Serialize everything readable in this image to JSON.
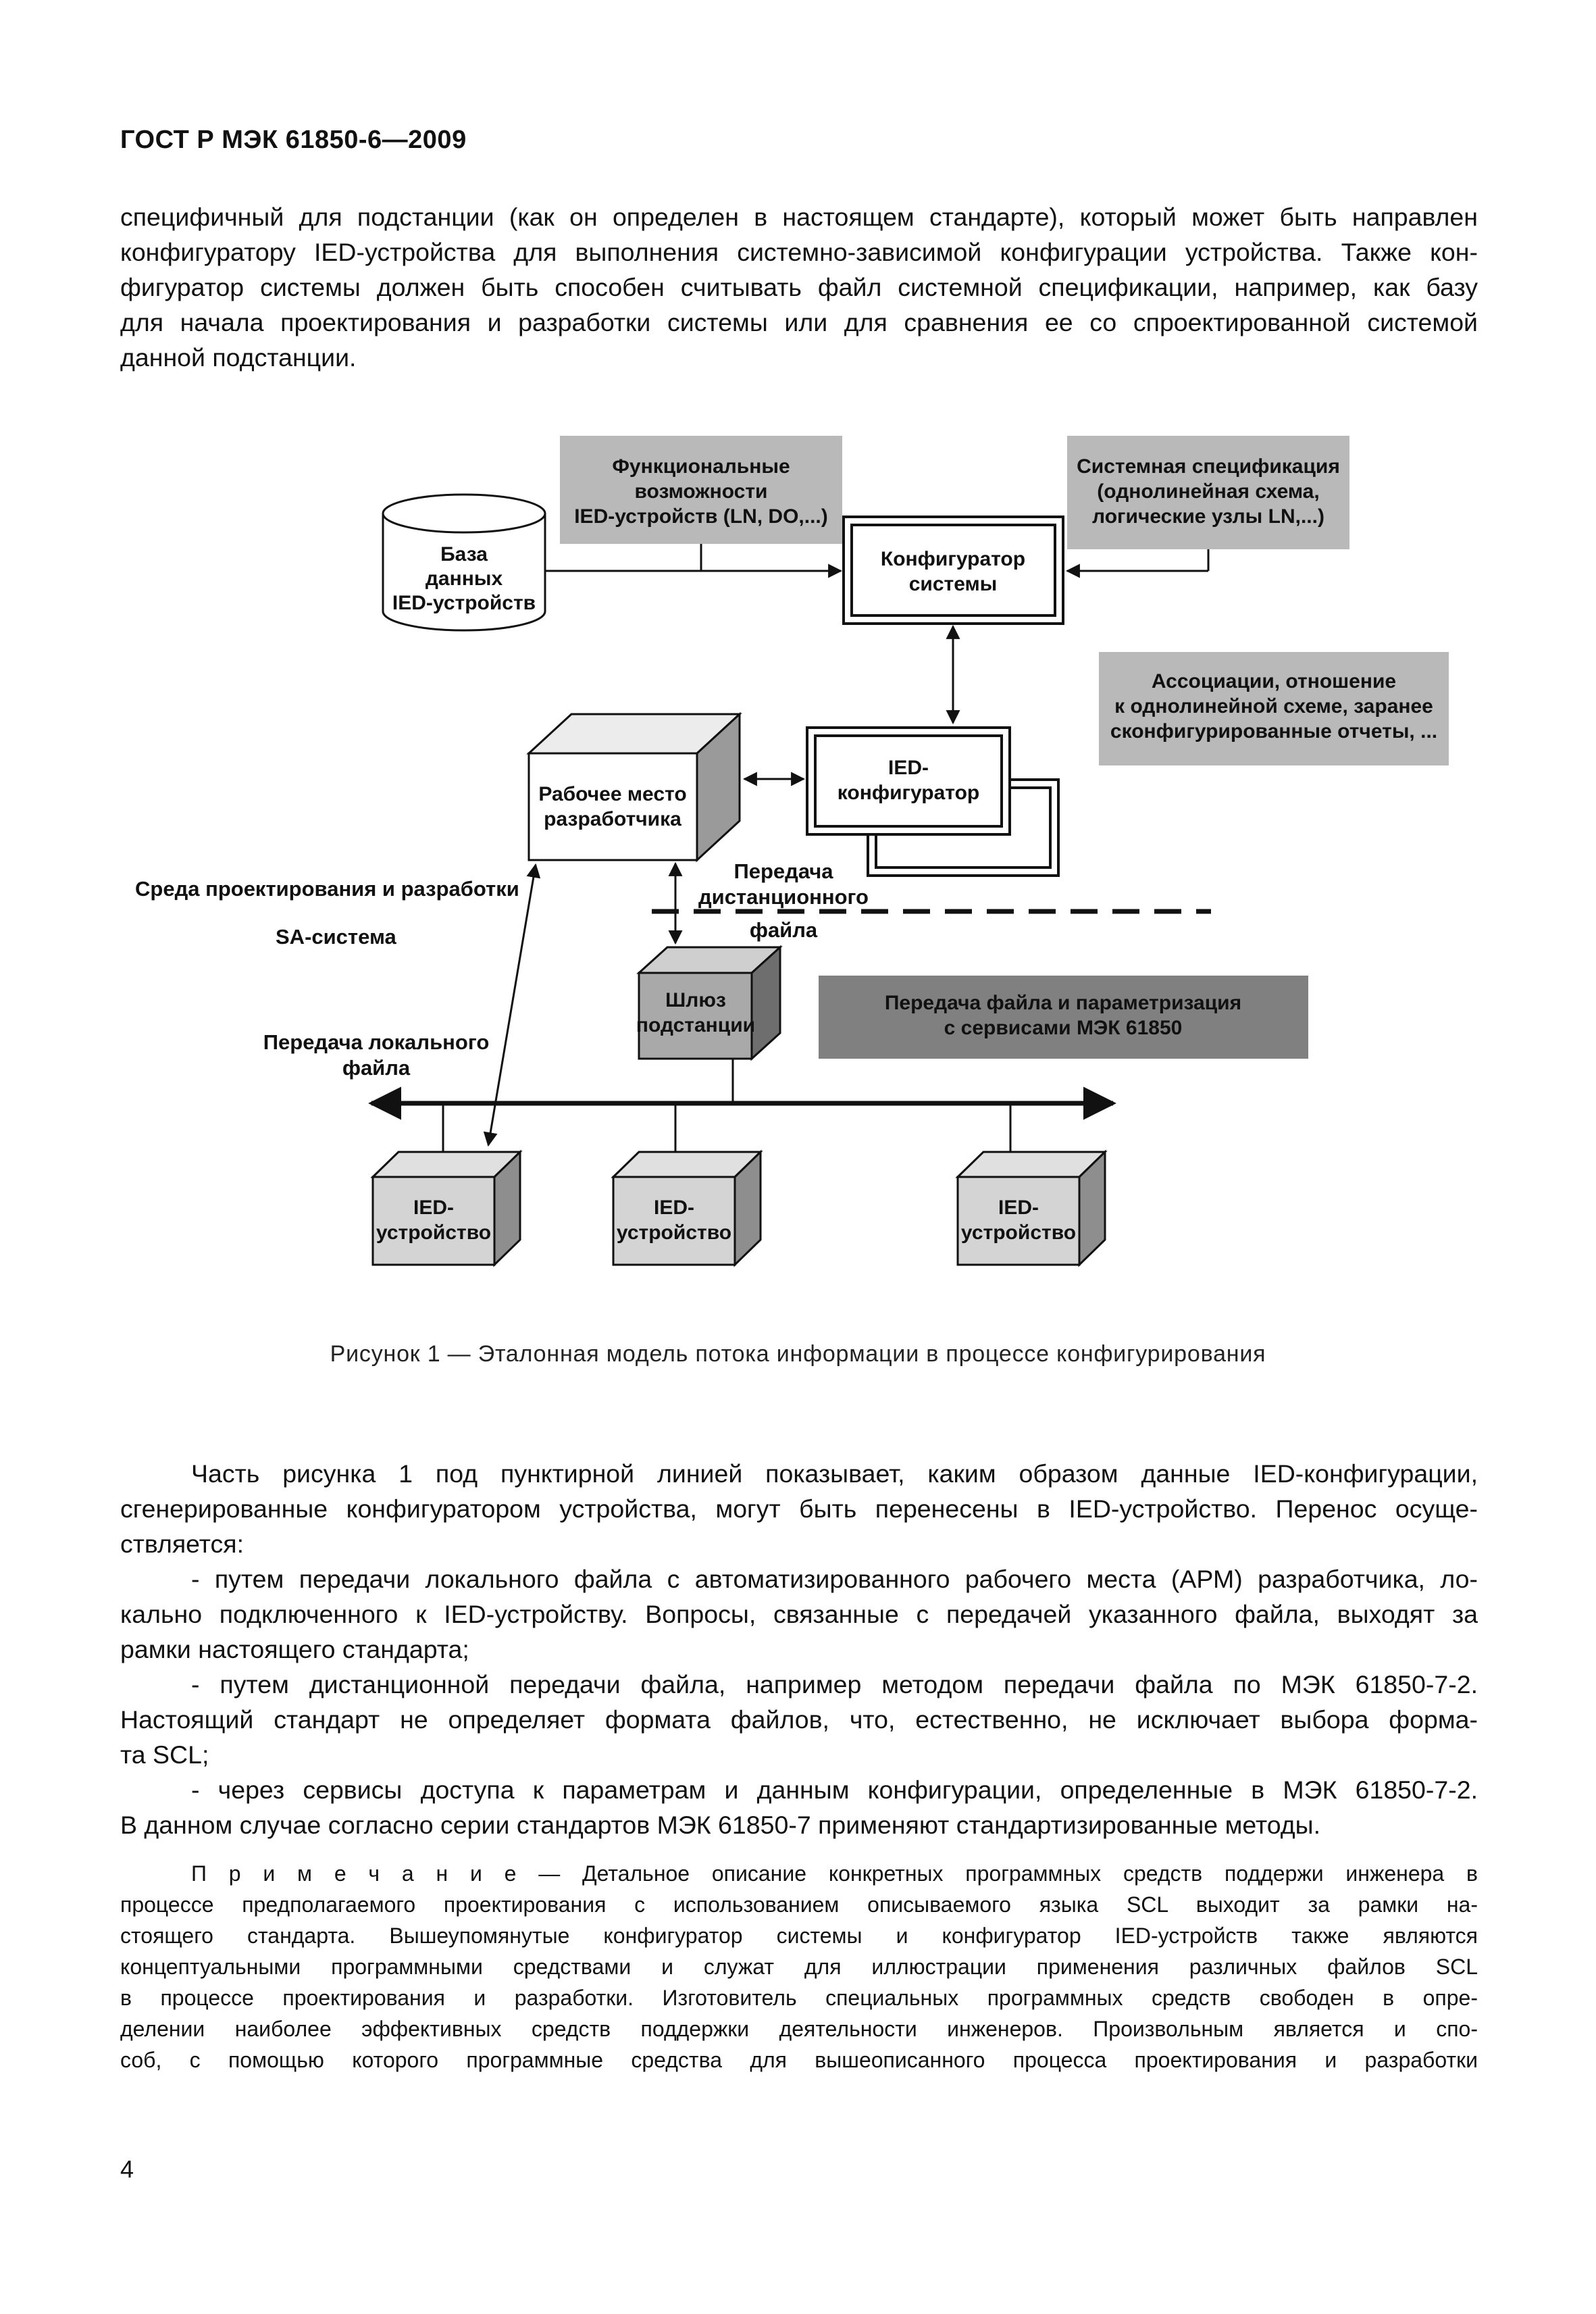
{
  "header": {
    "title": "ГОСТ Р МЭК 61850-6—2009"
  },
  "intro": {
    "lines": [
      "специфичный для подстанции (как он определен в настоящем стандарте), который может быть направлен",
      "конфигуратору IED-устройства для выполнения системно-зависимой конфигурации устройства. Также кон-",
      "фигуратор системы должен быть способен считывать файл системной спецификации, например, как базу",
      "для начала проектирования и разработки системы или для сравнения ее со спроектированной системой",
      "данной подстанции."
    ]
  },
  "figure": {
    "func_box": [
      "Функциональные",
      "возможности",
      "IED-устройств (LN, DO,...)"
    ],
    "system_spec": [
      "Системная спецификация",
      "(однолинейная схема,",
      "логические узлы LN,...)"
    ],
    "database": [
      "База",
      "данных",
      "IED-устройств"
    ],
    "sys_configurator": [
      "Конфигуратор",
      "системы"
    ],
    "associations": [
      "Ассоциации, отношение",
      "к однолинейной схеме, заранее",
      "сконфигурированные отчеты, ..."
    ],
    "workstation": [
      "Рабочее место",
      "разработчика"
    ],
    "ied_configurator": [
      "IED-",
      "конфигуратор"
    ],
    "env_label": "Среда проектирования и разработки",
    "sa_label": "SA-система",
    "remote_transfer": [
      "Передача",
      "дистанционного",
      "файла"
    ],
    "gateway": [
      "Шлюз",
      "подстанции"
    ],
    "param_box": [
      "Передача файла и параметризация",
      "с сервисами МЭК 61850"
    ],
    "local_transfer": [
      "Передача локального",
      "файла"
    ],
    "ied_device": [
      "IED-",
      "устройство"
    ]
  },
  "caption": "Рисунок 1 — Эталонная модель потока информации в процессе конфигурирования",
  "body": {
    "lines": [
      "Часть рисунка 1 под пунктирной линией показывает, каким образом данные IED-конфигурации,",
      "сгенерированные конфигуратором устройства, могут быть перенесены в IED-устройство. Перенос осуще-",
      "ствляется:",
      "- путем передачи локального файла с автоматизированного рабочего места (АРМ) разработчика, ло-",
      "кально подключенного к IED-устройству. Вопросы, связанные с передачей указанного файла, выходят за",
      "рамки настоящего стандарта;",
      "- путем дистанционной передачи файла, например методом передачи файла по МЭК 61850-7-2.",
      "Настоящий стандарт не определяет формата файлов, что, естественно, не исключает выбора форма-",
      "та SCL;",
      "- через сервисы доступа к параметрам и данным конфигурации, определенные в МЭК 61850-7-2.",
      "В данном случае согласно серии стандартов МЭК 61850-7 применяют стандартизированные методы."
    ]
  },
  "note": {
    "lines": [
      "П р и м е ч а н и е — Детальное описание конкретных программных средств поддержи инженера в",
      "процессе предполагаемого проектирования с использованием описываемого языка SCL выходит за рамки на-",
      "стоящего стандарта. Вышеупомянутые конфигуратор системы и конфигуратор IED-устройств также являются",
      "концептуальными программными средствами и служат для иллюстрации применения различных файлов SCL",
      "в процессе проектирования и разработки. Изготовитель специальных программных средств свободен в опре-",
      "делении наиболее эффективных средств поддержки деятельности инженеров. Произвольным является и спо-",
      "соб, с помощью которого программные средства для вышеописанного процесса проектирования и разработки"
    ]
  },
  "page_number": "4"
}
